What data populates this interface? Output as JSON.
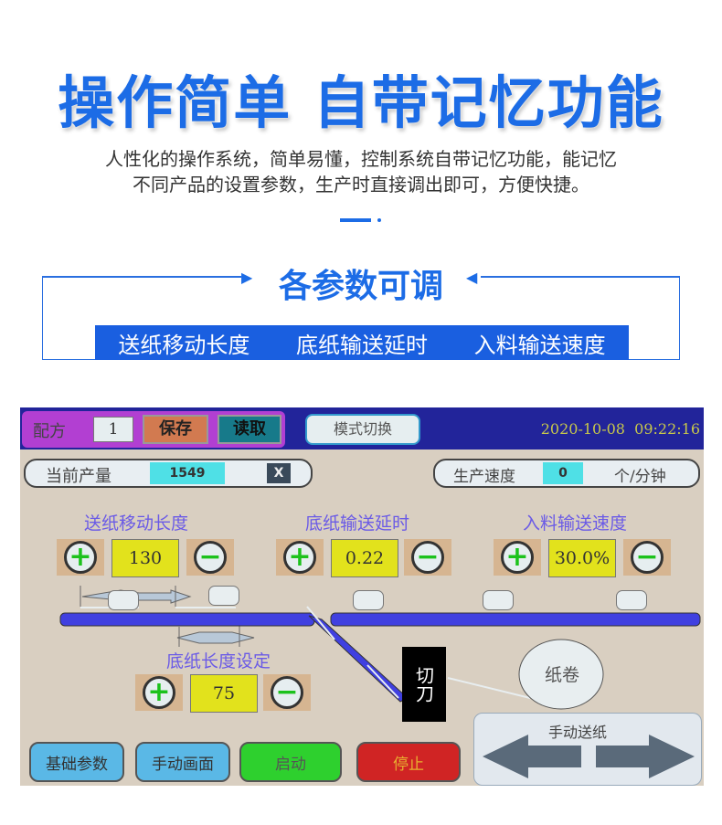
{
  "header": {
    "title": "操作简单 自带记忆功能",
    "subtitle_lines": [
      "人性化的操作系统，简单易懂，控制系统自带记忆功能，能记忆",
      "不同产品的设置参数，生产时直接调出即可，方便快捷。"
    ]
  },
  "section": {
    "title": "各参数可调",
    "params": [
      "送纸移动长度",
      "底纸输送延时",
      "入料输送速度"
    ]
  },
  "screen": {
    "recipe_label": "配方",
    "recipe_value": "1",
    "save": "保存",
    "read": "读取",
    "mode_switch": "模式切换",
    "datetime": "2020-10-08  09:22:16",
    "output_label": "当前产量",
    "output_value": "1549",
    "clear": "X",
    "speed_label": "生产速度",
    "speed_value": "0",
    "speed_unit": "个/分钟",
    "params": [
      {
        "label": "送纸移动长度",
        "value": "130"
      },
      {
        "label": "底纸输送延时",
        "value": "0.22"
      },
      {
        "label": "入料输送速度",
        "value": "30.0%"
      }
    ],
    "backing_length": {
      "label": "底纸长度设定",
      "value": "75"
    },
    "cutter": "切刀",
    "roll": "纸卷",
    "buttons": {
      "basic": "基础参数",
      "manual_screen": "手动画面",
      "start": "启动",
      "stop": "停止",
      "manual_feed": "手动送纸"
    },
    "colors": {
      "band": "#22249a",
      "bg": "#d9cfc1",
      "conveyor": "#4040e0",
      "start": "#2ed02e",
      "stop": "#d02424"
    }
  }
}
